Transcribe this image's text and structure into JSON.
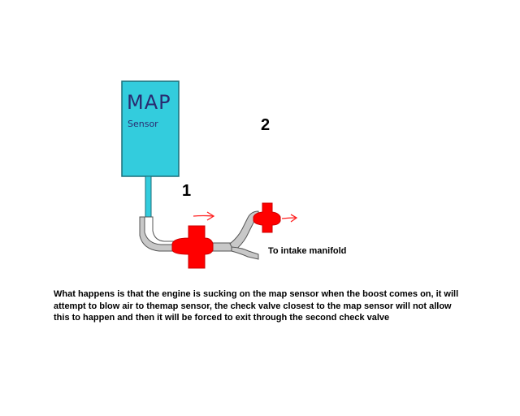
{
  "sensor": {
    "title": "MAP",
    "subtitle": "Sensor"
  },
  "labels": {
    "one": "1",
    "two": "2",
    "intake": "To intake manifold"
  },
  "explanation": "What happens is that the engine is sucking on the map sensor when the boost comes on, it will attempt to blow air to themap sensor, the check valve closest to the map sensor will not allow this to happen and then it will be forced to exit through the second check valve",
  "colors": {
    "sensor_fill": "#33ccdd",
    "sensor_outline": "#1a6e7a",
    "hose": "#c8c8c8",
    "hose_outline": "#555555",
    "check_valve": "#ff0000",
    "flow_arrow": "#ff2020"
  }
}
